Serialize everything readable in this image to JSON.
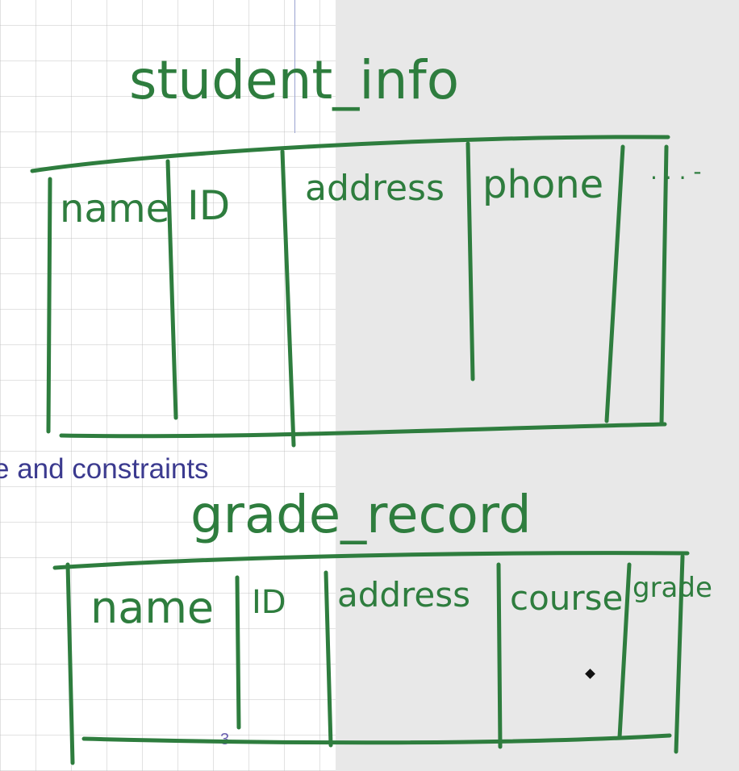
{
  "slide": {
    "caption": "e and constraints",
    "page_number": "3"
  },
  "colors": {
    "ink": "#2e7d3e",
    "slide_text": "#3b3a8f",
    "canvas_background": "#e8e8e8"
  },
  "table1": {
    "title": "student_info",
    "columns": [
      "name",
      "ID",
      "address",
      "phone"
    ],
    "continuation": ". . . -"
  },
  "table2": {
    "title": "grade_record",
    "columns": [
      "name",
      "ID",
      "address",
      "course",
      "grade"
    ]
  },
  "pen": {
    "icon": "pen-cursor-icon"
  }
}
